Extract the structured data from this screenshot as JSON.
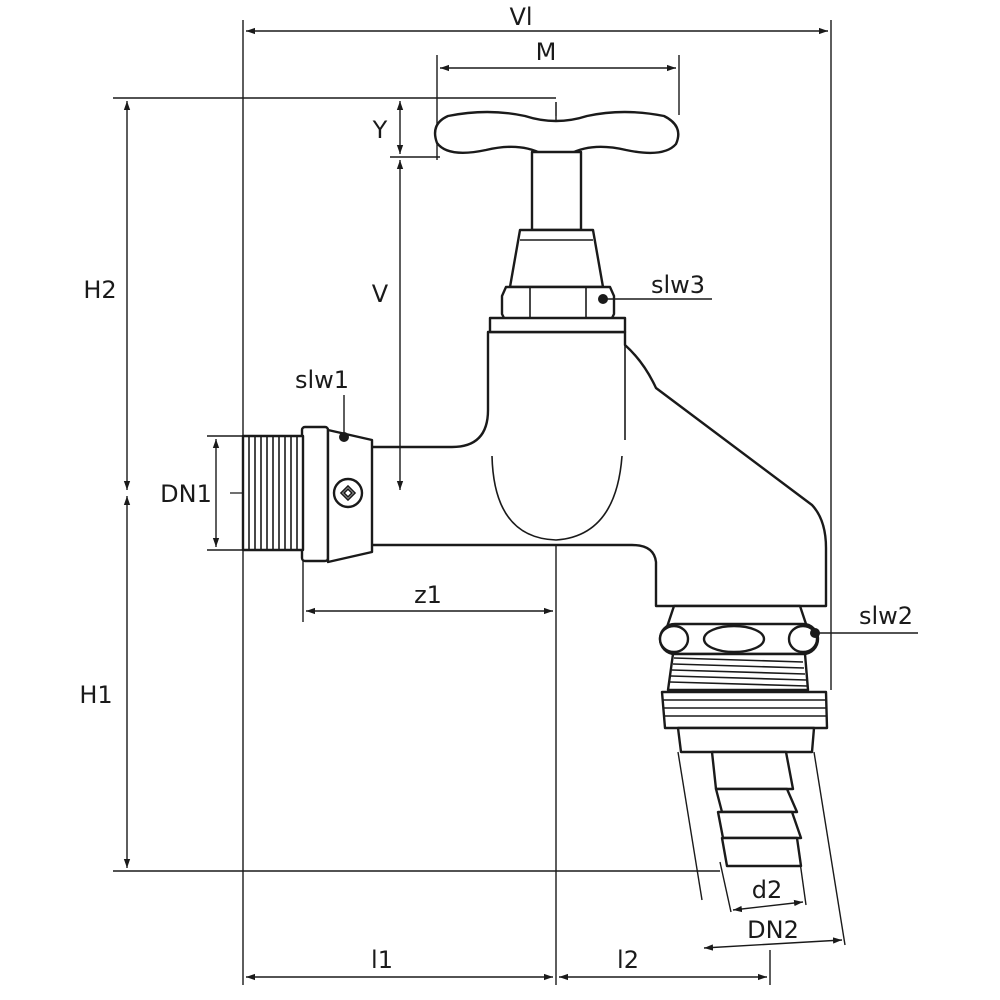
{
  "labels": {
    "vl": "Vl",
    "m": "M",
    "y": "Y",
    "v": "V",
    "h2": "H2",
    "h1": "H1",
    "dn1": "DN1",
    "slw1": "slw1",
    "slw2": "slw2",
    "slw3": "slw3",
    "z1": "z1",
    "d2": "d2",
    "dn2": "DN2",
    "l1": "l1",
    "l2": "l2"
  },
  "colors": {
    "ink": "#1a1a1a",
    "background": "#ffffff"
  }
}
